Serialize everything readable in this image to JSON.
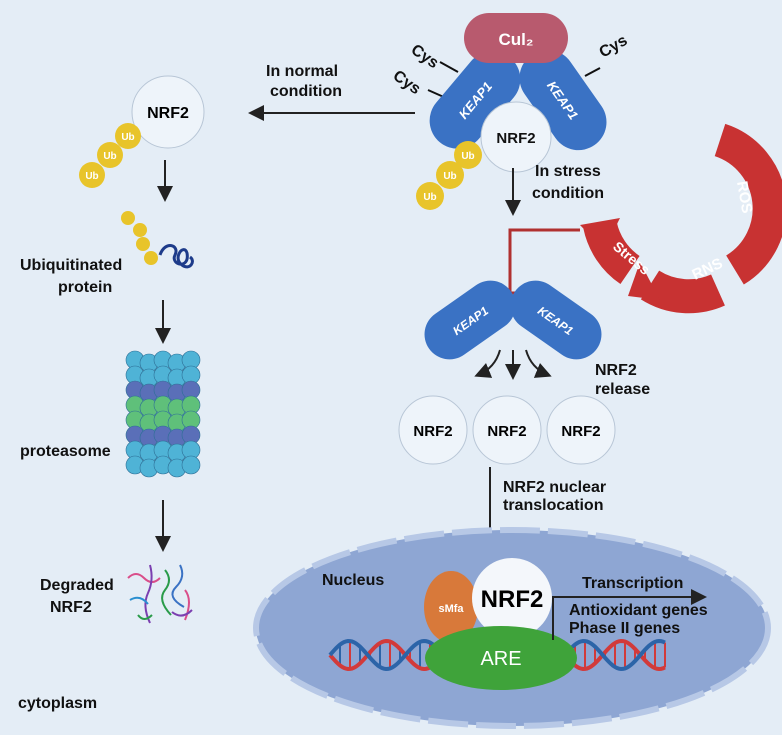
{
  "colors": {
    "background": "#e4edf6",
    "keap1": "#3a72c4",
    "cul2": "#b85a6e",
    "ub": "#e8c42a",
    "stress_arrow": "#c83232",
    "nucleus": "#8ea6d3",
    "smfa": "#d8793a",
    "are": "#3fa33a",
    "dna_red": "#d23a3a",
    "dna_blue": "#2c64a8"
  },
  "complex": {
    "cul2": "Cul₂",
    "keap1": "KEAP1",
    "nrf2": "NRF2",
    "cys": "Cys",
    "ub": "Ub"
  },
  "normal": {
    "line1": "In normal",
    "line2": "condition"
  },
  "stress": {
    "line1": "In stress",
    "line2": "condition",
    "ros": "ROS",
    "rns": "RNS",
    "stress": "Stress"
  },
  "left": {
    "nrf2": "NRF2",
    "ub": "Ub",
    "ubiq1": "Ubiquitinated",
    "ubiq2": "protein",
    "proteasome": "proteasome",
    "deg1": "Degraded",
    "deg2": "NRF2",
    "cytoplasm": "cytoplasm"
  },
  "release": {
    "keap1": "KEAP1",
    "line1": "NRF2",
    "line2": "release",
    "nrf2": [
      "NRF2",
      "NRF2",
      "NRF2"
    ]
  },
  "translocation": {
    "line1": "NRF2 nuclear",
    "line2": "translocation"
  },
  "nucleus": {
    "label": "Nucleus",
    "smfa": "sMfa",
    "nrf2": "NRF2",
    "are": "ARE",
    "transcription": "Transcription",
    "genes1": "Antioxidant genes",
    "genes2": "Phase II genes"
  }
}
